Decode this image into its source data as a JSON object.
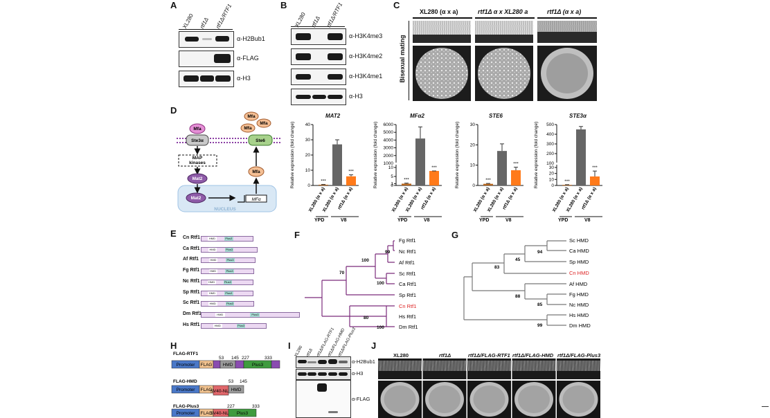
{
  "panels": {
    "A": "A",
    "B": "B",
    "C": "C",
    "D": "D",
    "E": "E",
    "F": "F",
    "G": "G",
    "H": "H",
    "I": "I",
    "J": "J"
  },
  "panelA": {
    "lanes": [
      "XL280",
      "rtf1Δ",
      "rtf1Δ/RTF1"
    ],
    "antibodies": [
      "α-H2Bub1",
      "α-FLAG",
      "α-H3"
    ]
  },
  "panelB": {
    "lanes": [
      "XL280",
      "rtf1Δ",
      "rtf1Δ/RTF1"
    ],
    "antibodies": [
      "α-H3K4me3",
      "α-H3K4me2",
      "α-H3K4me1",
      "α-H3"
    ]
  },
  "panelC": {
    "headers": [
      "XL280 (α x a)",
      "rtf1Δ α x XL280 a",
      "rtf1Δ (α x a)"
    ],
    "side_label": "Bisexual mating"
  },
  "panelD": {
    "diagram": {
      "mfa_top": "Mfa",
      "ste3": "Ste3α",
      "map": "MAP kinases",
      "mat2": "Mat2",
      "mat2_p": "Mat2",
      "ste6": "Ste6",
      "mfa_mid": "Mfa",
      "mfa_cluster": [
        "Mfa",
        "Mfa",
        "Mfa",
        "Mfa"
      ],
      "nucleus": "NUCLEUS",
      "gene": "MFα"
    },
    "ylabel": "Relative expression (fold change)",
    "xcats": [
      "XL280 (α x a)",
      "XL280 (α x a)",
      "rtf1Δ (α x a)"
    ],
    "group_ypd": "YPD",
    "group_v8": "V8",
    "sig": "***"
  },
  "chart_data": [
    {
      "type": "bar",
      "title": "MAT2",
      "categories": [
        "XL280 (α x a)",
        "XL280 (α x a)",
        "rtf1Δ (α x a)"
      ],
      "values": [
        0.5,
        27,
        6
      ],
      "errors": [
        0.2,
        3,
        1
      ],
      "ylim": [
        0,
        40
      ],
      "yticks": [
        0,
        10,
        20,
        30,
        40
      ],
      "ylabel": "Relative expression (fold change)",
      "colors": [
        "#b5651d",
        "#666666",
        "#ff7a1a"
      ]
    },
    {
      "type": "bar",
      "title": "MFα2",
      "categories": [
        "XL280 (α x a)",
        "XL280 (α x a)",
        "rtf1Δ (α x a)"
      ],
      "values": [
        1,
        4200,
        12
      ],
      "errors": [
        0.3,
        1500,
        2
      ],
      "yticks_low": [
        0,
        1,
        5,
        10
      ],
      "yticks_high": [
        1000,
        2000,
        3000,
        4000,
        5000,
        6000
      ],
      "ylabel": "Relative expression (fold change)",
      "colors": [
        "#b5651d",
        "#666666",
        "#ff7a1a"
      ]
    },
    {
      "type": "bar",
      "title": "STE6",
      "categories": [
        "XL280 (α x a)",
        "XL280 (α x a)",
        "rtf1Δ (α x a)"
      ],
      "values": [
        0.8,
        17,
        7.5
      ],
      "errors": [
        0.2,
        3.5,
        1.5
      ],
      "ylim": [
        0,
        30
      ],
      "yticks": [
        0,
        10,
        20,
        30
      ],
      "ylabel": "Relative expression (fold change)",
      "colors": [
        "#b5651d",
        "#666666",
        "#ff7a1a"
      ]
    },
    {
      "type": "bar",
      "title": "STE3α",
      "categories": [
        "XL280 (α x a)",
        "XL280 (α x a)",
        "rtf1Δ (α x a)"
      ],
      "values": [
        1,
        450,
        15
      ],
      "errors": [
        0.4,
        30,
        9
      ],
      "yticks_low": [
        0,
        10,
        20,
        30
      ],
      "yticks_high": [
        100,
        200,
        300,
        400,
        500
      ],
      "ylabel": "Relative expression (fold change)",
      "colors": [
        "#b5651d",
        "#666666",
        "#ff7a1a"
      ]
    }
  ],
  "chart_labels": {
    "c1": "MAT2",
    "c2": "MFα2",
    "c3": "STE6",
    "c4": "STE3α"
  },
  "panelE": {
    "rows": [
      {
        "name": "Cn Rtf1",
        "len": 0.46,
        "hmd": [
          0.12,
          0.3
        ],
        "plus": [
          0.45,
          0.62
        ]
      },
      {
        "name": "Ca Rtf1",
        "len": 0.5,
        "hmd": [
          0.12,
          0.28
        ],
        "plus": [
          0.42,
          0.58
        ]
      },
      {
        "name": "Af Rtf1",
        "len": 0.48,
        "hmd": [
          0.14,
          0.3
        ],
        "plus": [
          0.45,
          0.63
        ]
      },
      {
        "name": "Fg Rtf1",
        "len": 0.47,
        "hmd": [
          0.14,
          0.3
        ],
        "plus": [
          0.45,
          0.63
        ]
      },
      {
        "name": "Nc Rtf1",
        "len": 0.46,
        "hmd": [
          0.12,
          0.28
        ],
        "plus": [
          0.43,
          0.6
        ]
      },
      {
        "name": "Sp Rtf1",
        "len": 0.46,
        "hmd": [
          0.12,
          0.3
        ],
        "plus": [
          0.45,
          0.62
        ]
      },
      {
        "name": "Sc Rtf1",
        "len": 0.47,
        "hmd": [
          0.13,
          0.3
        ],
        "plus": [
          0.46,
          0.63
        ]
      },
      {
        "name": "Dm Rtf1",
        "len": 0.88,
        "hmd": [
          0.14,
          0.24
        ],
        "plus": [
          0.5,
          0.6
        ]
      },
      {
        "name": "Hs Rtf1",
        "len": 0.58,
        "hmd": [
          0.18,
          0.32
        ],
        "plus": [
          0.55,
          0.68
        ]
      }
    ],
    "hmd_label": "HMD",
    "plus_label": "Plus3"
  },
  "panelF": {
    "taxa": [
      "Fg Rtf1",
      "Nc Rtf1",
      "Af Rtf1",
      "Sc Rtf1",
      "Ca Rtf1",
      "Sp Rtf1",
      "Cn Rtf1",
      "Hs Rtf1",
      "Dm Rtf1"
    ],
    "support": [
      "99",
      "100",
      "70",
      "100",
      "80",
      "100"
    ]
  },
  "panelG": {
    "taxa": [
      "Sc HMD",
      "Ca HMD",
      "Sp HMD",
      "Cn HMD",
      "Af HMD",
      "Fg HMD",
      "Nc HMD",
      "Hs HMD",
      "Dm HMD"
    ],
    "support": [
      "94",
      "45",
      "83",
      "88",
      "85",
      "99"
    ]
  },
  "panelH": {
    "constructs": [
      {
        "name": "FLAG-RTF1",
        "nums": [
          "53",
          "145",
          "227",
          "333"
        ],
        "segs": [
          "Promoter",
          "FLAG",
          "HMD",
          "Plus3"
        ]
      },
      {
        "name": "FLAG-HMD",
        "nums": [
          "53",
          "145"
        ],
        "segs": [
          "Promoter",
          "FLAG",
          "SV40-NLS",
          "HMD"
        ]
      },
      {
        "name": "FLAG-Plus3",
        "nums": [
          "227",
          "333"
        ],
        "segs": [
          "Promoter",
          "FLAG",
          "SV40-NLS",
          "Plus3"
        ]
      }
    ]
  },
  "panelI": {
    "lanes": [
      "XL280",
      "rtf1Δ",
      "rtf1Δ/FLAG-RTF1",
      "rtf1Δ/FLAG-HMD",
      "rtf1Δ/FLAG-Plus3"
    ],
    "antibodies": [
      "α-H2Bub1",
      "α-H3",
      "α-FLAG"
    ]
  },
  "panelJ": {
    "headers": [
      "XL280",
      "rtf1Δ",
      "rtf1Δ/FLAG-RTF1",
      "rtf1Δ/FLAG-HMD",
      "rtf1Δ/FLAG-Plus3"
    ]
  }
}
